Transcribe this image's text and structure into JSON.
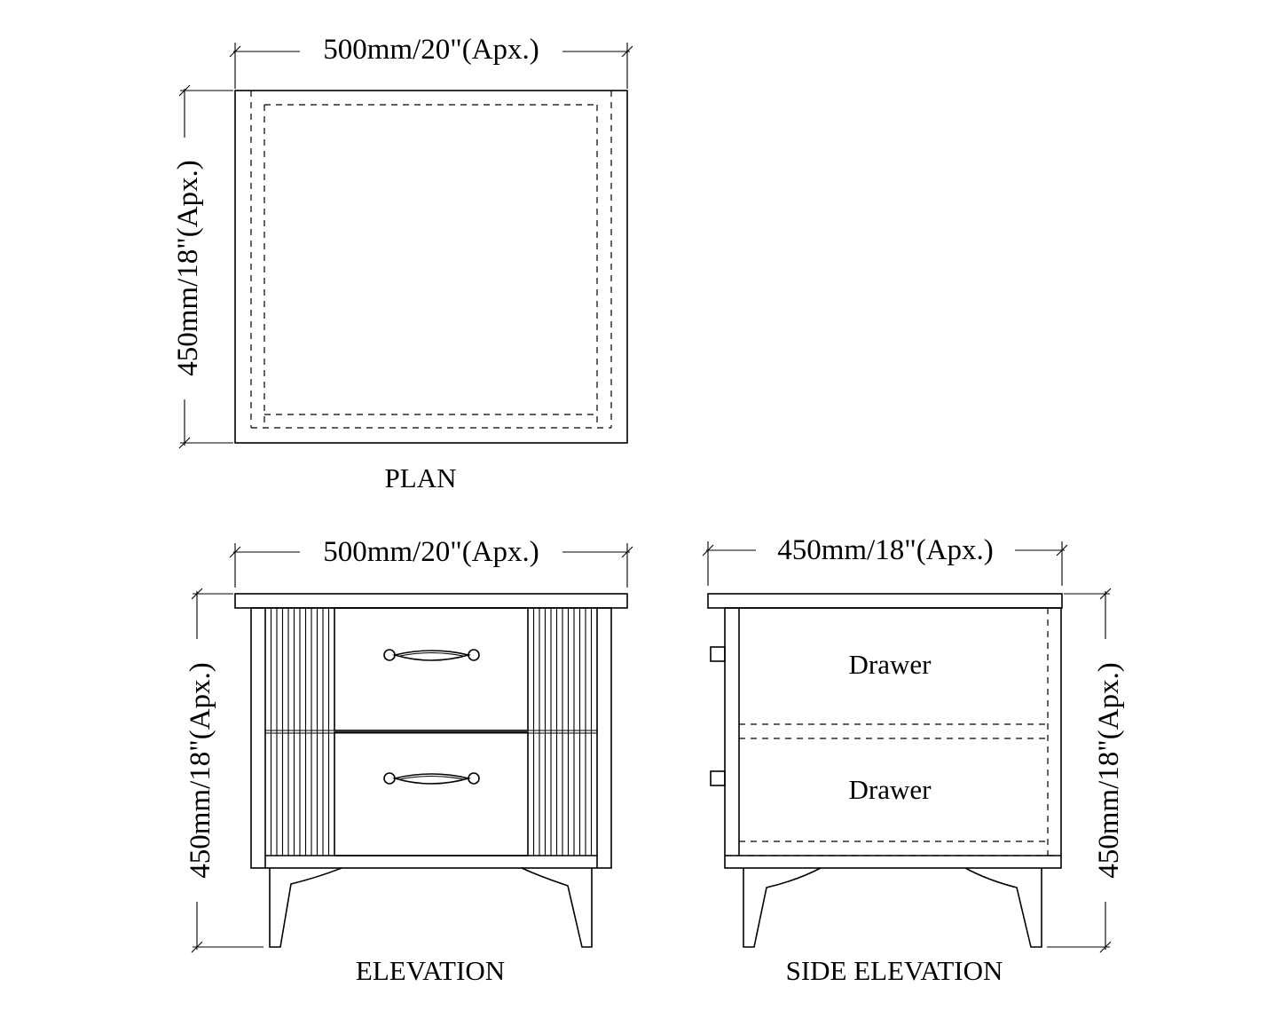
{
  "plan": {
    "title": "PLAN",
    "width_dim": "500mm/20\"(Apx.)",
    "depth_dim": "450mm/18\"(Apx.)"
  },
  "elevation": {
    "title": "ELEVATION",
    "width_dim": "500mm/20\"(Apx.)",
    "height_dim": "450mm/18\"(Apx.)"
  },
  "side_elevation": {
    "title": "SIDE ELEVATION",
    "width_dim": "450mm/18\"(Apx.)",
    "height_dim": "450mm/18\"(Apx.)",
    "drawer_labels": [
      "Drawer",
      "Drawer"
    ]
  }
}
